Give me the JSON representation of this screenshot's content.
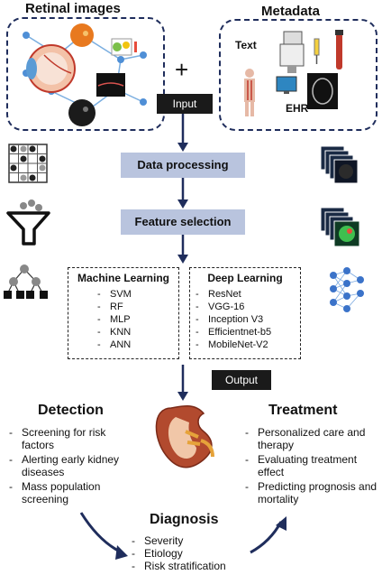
{
  "sections": {
    "retinal_title": "Retinal images",
    "metadata_title": "Metadata"
  },
  "metadata": {
    "text_label": "Text",
    "ehr_label": "EHR"
  },
  "plus": "+",
  "pipeline": {
    "input": "Input",
    "data_processing": "Data processing",
    "feature_selection": "Feature selection",
    "output": "Output"
  },
  "ml": {
    "title": "Machine Learning",
    "items": [
      "SVM",
      "RF",
      "MLP",
      "KNN",
      "ANN"
    ]
  },
  "dl": {
    "title": "Deep Learning",
    "items": [
      "ResNet",
      "VGG-16",
      "Inception V3",
      "Efficientnet-b5",
      "MobileNet-V2"
    ]
  },
  "detection": {
    "title": "Detection",
    "items": [
      "Screening  for risk factors",
      "Alerting early kidney diseases",
      "Mass population screening"
    ]
  },
  "treatment": {
    "title": "Treatment",
    "items": [
      "Personalized care and therapy",
      "Evaluating treatment effect",
      "Predicting prognosis and mortality"
    ]
  },
  "diagnosis": {
    "title": "Diagnosis",
    "items": [
      "Severity",
      "Etiology",
      "Risk stratification"
    ]
  },
  "colors": {
    "arrow": "#1f2d5c",
    "pipeline_box": "#b9c4de",
    "label_box": "#1a1a1a",
    "kidney": "#b24a2e"
  }
}
